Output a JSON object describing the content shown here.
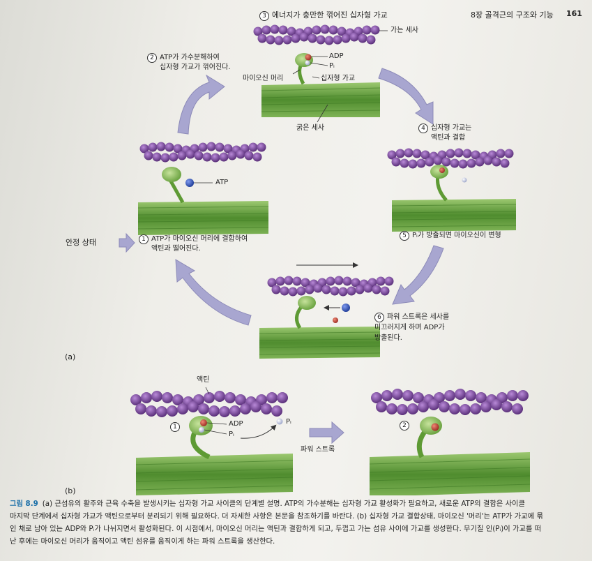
{
  "header": {
    "chapter": "8장 골격근의 구조와 기능",
    "page_number": "161"
  },
  "panel_a": {
    "label": "(a)",
    "step3": {
      "num": "3",
      "title": "에너지가 충만한 꺾어진 십자형 가교"
    },
    "thin_filament_label": "가는 세사",
    "adp_label": "ADP",
    "pi_label": "Pᵢ",
    "myosin_head_label": "마이오신 머리",
    "cross_bridge_label": "십자형 가교",
    "thick_filament_label": "굵은 세사",
    "step2": {
      "num": "2",
      "line1": "ATP가 가수분해하여",
      "line2": "십자형 가교가 꺾어진다."
    },
    "step4": {
      "num": "4",
      "line1": "십자형 가교는",
      "line2": "액틴과 결합"
    },
    "atp_label": "ATP",
    "rest_label": "안정 상태",
    "step1": {
      "num": "1",
      "line1": "ATP가 마이오신 머리에 결합하여",
      "line2": "액틴과 떨어진다."
    },
    "step5": {
      "num": "5",
      "line1": "Pᵢ가 방출되면 마이오신이 변형"
    },
    "step6": {
      "num": "6",
      "line1": "파워 스트록은 세사를",
      "line2": "미끄러지게 하며 ADP가",
      "line3": "방출된다."
    }
  },
  "panel_b": {
    "label": "(b)",
    "actin_label": "액틴",
    "num1": "1",
    "num2": "2",
    "adp_label": "ADP",
    "pi_label": "Pᵢ",
    "pi_label2": "Pᵢ",
    "power_stroke_label": "파워 스트록"
  },
  "caption": {
    "fig_label": "그림 8.9",
    "line1": "(a) 근섬유의 활주와 근육 수축을 발생시키는 십자형 가교 사이클의 단계별 설명. ATP의 가수분해는 십자형 가교 활성화가 필요하고, 새로운 ATP의 결합은 사이클",
    "line2": "마지막 단계에서 십자형 가교가 액틴으로부터 분리되기 위해 필요하다. 더 자세한 사항은 본문을 참조하기를 바란다. (b) 십자형 가교 결합상태, 마이오신 '머리'는 ATP가 가교에 묶",
    "line3": "인 채로 남아 있는 ADP와 Pᵢ가 나뉘지면서 활성화된다. 이 시점에서, 마이오신 머리는 액틴과 결합하게 되고, 두껍고 가는 섬유 사이에 가교를 생성한다. 무기질 인(Pᵢ)이 가교를 떠",
    "line4": "난 후에는 마이오신 머리가 움직이고 액틴 섬유를 움직이게 하는 파워 스트록을 생산한다."
  },
  "colors": {
    "actin": "#7b4a9c",
    "thick": "#5f9a3c",
    "arrow": "#9d9cc8",
    "atp": "#2b49a8",
    "adp": "#b4473a"
  }
}
